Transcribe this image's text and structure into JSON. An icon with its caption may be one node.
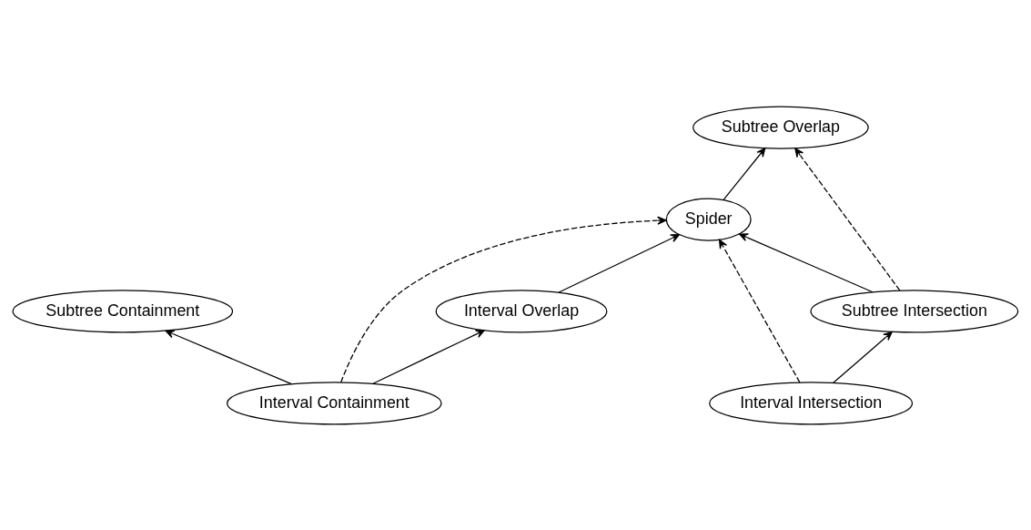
{
  "diagram": {
    "nodes": [
      {
        "text": [
          "Subtree Overlap"
        ]
      },
      {
        "text": [
          "Subtree Containment"
        ]
      },
      {
        "text": [
          "Subtree Intersection"
        ]
      },
      {
        "text": [
          "Spider"
        ]
      },
      {
        "text": [
          "Interval Containment"
        ]
      },
      {
        "text": [
          "Interval Intersection"
        ]
      },
      {
        "text": [
          "Interval Overlap"
        ]
      }
    ],
    "edges": [
      {
        "from": 3,
        "to": 0,
        "arrow": "to"
      },
      {
        "from": 2,
        "to": 0,
        "arrow": "to",
        "style": "dashed"
      },
      {
        "from": 4,
        "to": 1,
        "arrow": "to"
      },
      {
        "from": 2,
        "to": 3,
        "arrow": "to"
      },
      {
        "from": 4,
        "to": 3,
        "arrow": "to",
        "style": "dashed"
      },
      {
        "from": 5,
        "to": 3,
        "arrow": "to",
        "style": "dashed"
      },
      {
        "from": 5,
        "to": 2,
        "arrow": "to"
      },
      {
        "from": 6,
        "to": 3,
        "arrow": "to"
      },
      {
        "from": 4,
        "to": 6,
        "arrow": "to"
      }
    ]
  }
}
